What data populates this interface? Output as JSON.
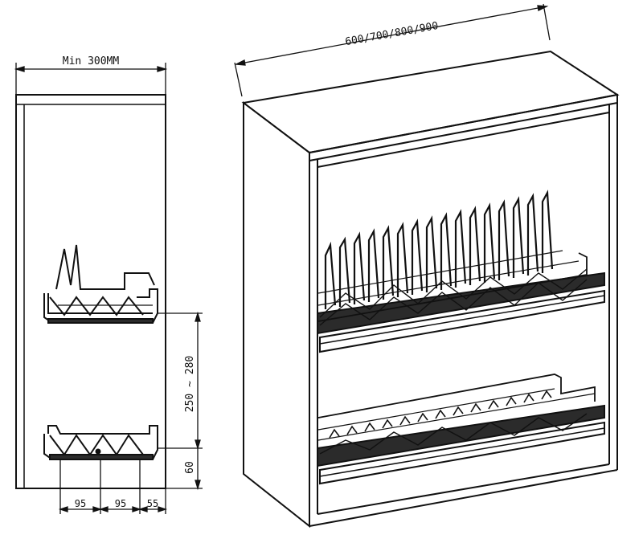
{
  "diagram": {
    "side_view": {
      "width_label": "Min 300MM",
      "rack_spacing_label": "250 ~ 280",
      "bottom_offset_label": "60",
      "depth_segments": [
        "95",
        "95",
        "55"
      ]
    },
    "front_view": {
      "width_label": "600/700/800/900"
    },
    "colors": {
      "line": "#111111",
      "rack_fill": "#2b2b2b",
      "background": "#ffffff"
    }
  }
}
